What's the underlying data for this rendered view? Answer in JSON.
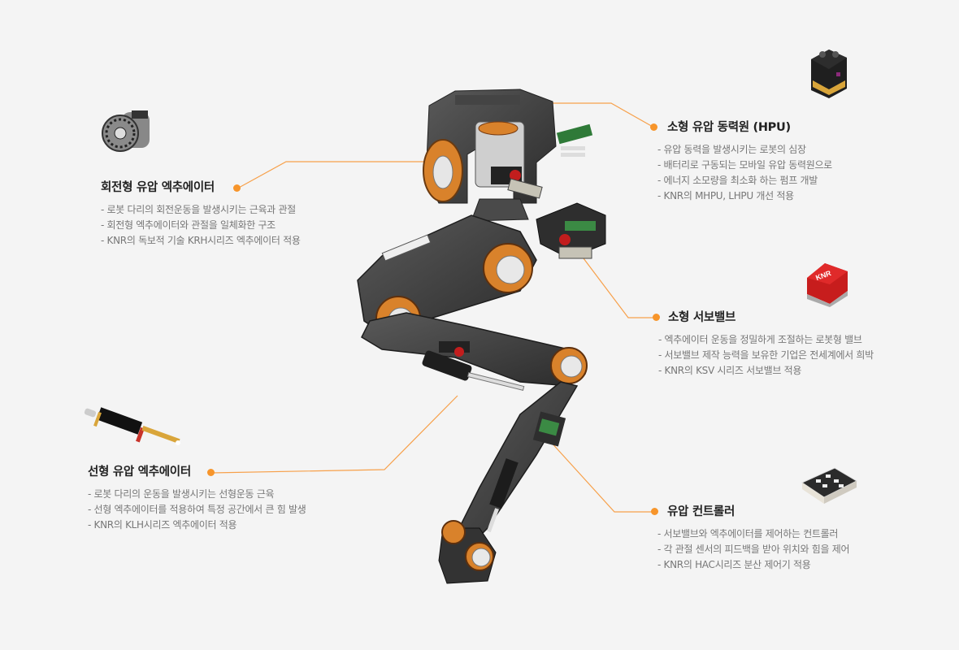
{
  "accent_color": "#f7952b",
  "components": [
    {
      "id": "rotary",
      "title": "회전형 유압 엑추에이터",
      "product_icon": "rotary-actuator-icon",
      "bullets": [
        "로봇 다리의 회전운동을 발생시키는 근육과 관절",
        "회전형 엑추에이터와 관절을 일체화한 구조",
        "KNR의 독보적 기술 KRH시리즈 엑추에이터 적용"
      ]
    },
    {
      "id": "hpu",
      "title": "소형 유압 동력원 (HPU)",
      "product_icon": "hydraulic-power-unit-icon",
      "bullets": [
        "유압 동력을 발생시키는 로봇의 심장",
        "배터리로 구동되는 모바일 유압 동력원으로",
        "에너지 소모량을 최소화 하는 펌프 개발",
        "KNR의 MHPU, LHPU 개선 적용"
      ]
    },
    {
      "id": "servo",
      "title": "소형 서보밸브",
      "product_icon": "servo-valve-icon",
      "bullets": [
        "엑추에이터 운동을 정밀하게 조절하는 로봇형 밸브",
        "서보밸브 제작 능력을 보유한 기업은 전세계에서 희박",
        "KNR의 KSV 시리즈 서보밸브 적용"
      ]
    },
    {
      "id": "linear",
      "title": "선형 유압 엑추에이터",
      "product_icon": "linear-actuator-icon",
      "bullets": [
        "로봇 다리의 운동을 발생시키는 선형운동 근육",
        "선형 엑추에이터를 적용하여 특정 공간에서 큰 힘 발생",
        "KNR의 KLH시리즈 엑추에이터 적용"
      ]
    },
    {
      "id": "controller",
      "title": "유압 컨트롤러",
      "product_icon": "controller-board-icon",
      "bullets": [
        "서보밸브와 엑추에이터를 제어하는 컨트롤러",
        "각 관절 센서의 피드백을 받아 위치와 힘을 제어",
        "KNR의 HAC시리즈 분산 제어기 적용"
      ]
    }
  ]
}
